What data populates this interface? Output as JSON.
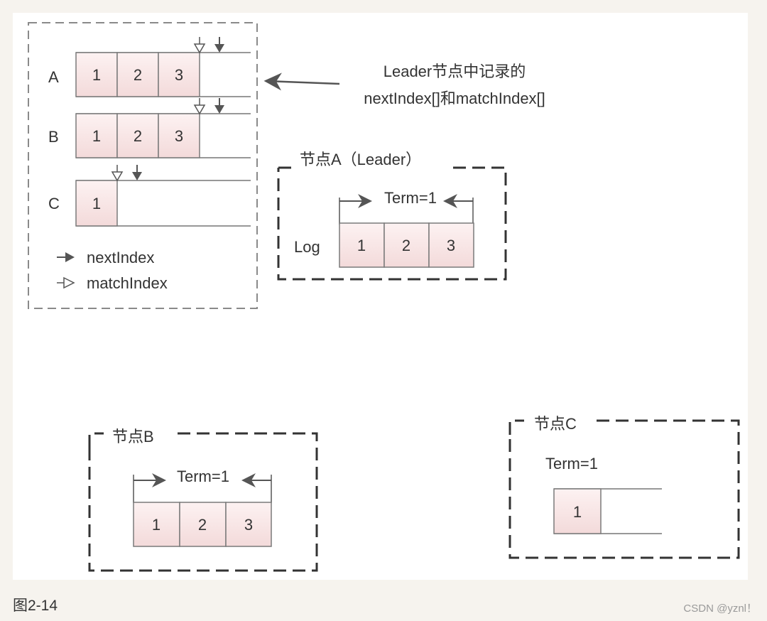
{
  "diagram": {
    "leader_panel": {
      "rows": [
        {
          "label": "A",
          "cells": [
            "1",
            "2",
            "3"
          ]
        },
        {
          "label": "B",
          "cells": [
            "1",
            "2",
            "3"
          ]
        },
        {
          "label": "C",
          "cells": [
            "1"
          ]
        }
      ],
      "legend": {
        "next_index": "nextIndex",
        "match_index": "matchIndex"
      }
    },
    "annotation": {
      "line1": "Leader节点中记录的",
      "line2": "nextIndex[]和matchIndex[]"
    },
    "node_a": {
      "title": "节点A（Leader）",
      "term": "Term=1",
      "log_label": "Log",
      "cells": [
        "1",
        "2",
        "3"
      ]
    },
    "node_b": {
      "title": "节点B",
      "term": "Term=1",
      "cells": [
        "1",
        "2",
        "3"
      ]
    },
    "node_c": {
      "title": "节点C",
      "term": "Term=1",
      "cells": [
        "1"
      ]
    },
    "colors": {
      "cell_fill": "#f8e4e4",
      "cell_stroke": "#7a7a7a",
      "dash_stroke": "#333333",
      "arrow": "#555555"
    }
  },
  "caption": "图2-14",
  "watermark": "CSDN @yznl！"
}
